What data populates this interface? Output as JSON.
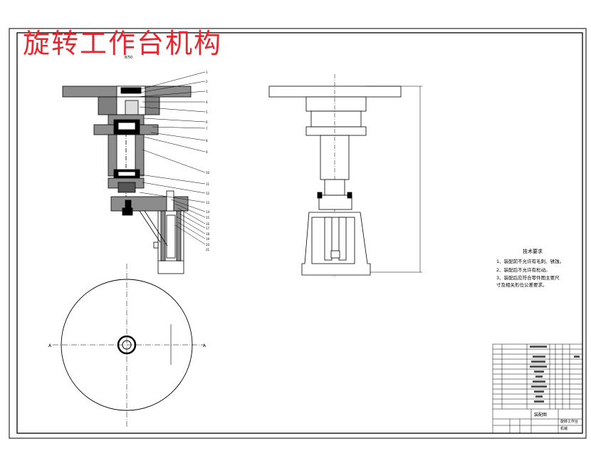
{
  "drawing": {
    "title": "旋转工作台机构",
    "scale_label": "8/50",
    "tech_req": {
      "heading": "技术要求",
      "items": [
        "1、装配前不允许有毛刺、锈蚀。",
        "2、装配后不允许有松动。",
        "3、装配后应符合零件图主要尺",
        "寸及相关形位公差要求。"
      ]
    },
    "title_block": {
      "drawing_name_short": "装配图",
      "drawing_name": "旋转工作台",
      "institution": "机械"
    },
    "part_numbers": [
      "1",
      "2",
      "3",
      "4",
      "5",
      "6",
      "7",
      "8",
      "9",
      "10",
      "11",
      "12",
      "13",
      "14",
      "15",
      "16",
      "17",
      "18",
      "19",
      "20",
      "21"
    ],
    "section_label_left": "A",
    "section_label_right": "A"
  }
}
